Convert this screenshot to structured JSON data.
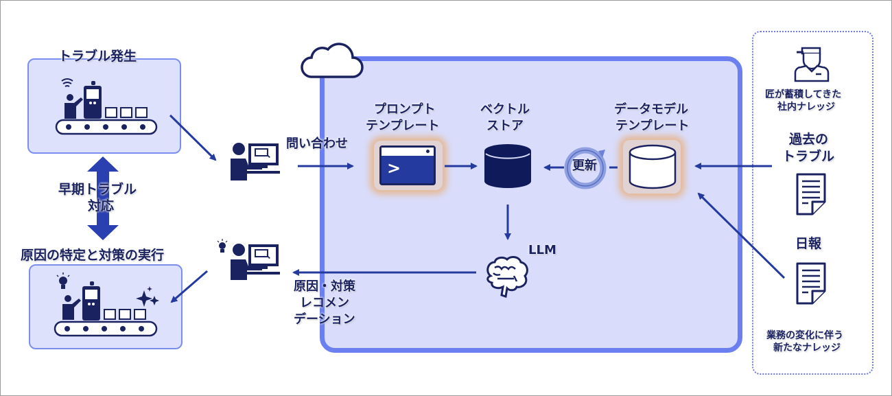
{
  "left": {
    "trouble_title": "トラブル発生",
    "early_response": "早期トラブル\n対応",
    "early_response_line1": "早期トラブル",
    "early_response_line2": "対応",
    "action_title": "原因の特定と対策の実行"
  },
  "flow": {
    "inquiry": "問い合わせ",
    "recommend_line1": "原因・対策",
    "recommend_line2": "レコメン",
    "recommend_line3": "デーション"
  },
  "cloud": {
    "prompt_line1": "プロンプト",
    "prompt_line2": "テンプレート",
    "prompt_glyph": ">",
    "vector_line1": "ベクトル",
    "vector_line2": "ストア",
    "datamodel_line1": "データモデル",
    "datamodel_line2": "テンプレート",
    "update": "更新",
    "llm": "LLM"
  },
  "knowledge": {
    "craftsman_line1": "匠が蓄積してきた",
    "craftsman_line2": "社内ナレッジ",
    "past_line1": "過去の",
    "past_line2": "トラブル",
    "daily": "日報",
    "new_line1": "業務の変化に伴う",
    "new_line2": "新たなナレッジ"
  },
  "colors": {
    "navy": "#1b2260",
    "arrow": "#243a9e",
    "panel_fill": "#dde1fb",
    "cloud_border": "#6c7ff0",
    "glow": "#ebaa6e"
  }
}
